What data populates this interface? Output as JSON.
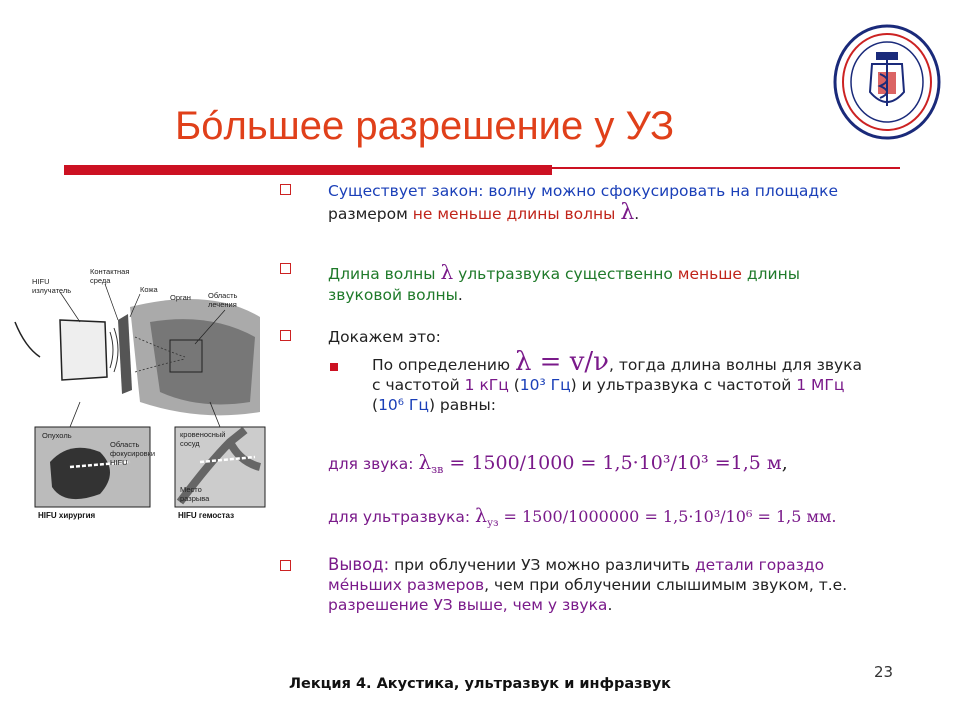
{
  "slide": {
    "title": "Бóльшее разрешение у УЗ",
    "page_number": "23",
    "footer": "Лекция 4. Акустика, ультразвук и инфразвук"
  },
  "bullets": {
    "b1": {
      "p1": "Существует закон:",
      "p2": " волну можно сфокусировать на площадке",
      "p3": "размером ",
      "p4": "не меньше длины волны",
      "lam": "λ",
      "p5": "."
    },
    "b2": {
      "p1": "Длина волны ",
      "lam": "λ",
      "p2": " ультразвука существенно ",
      "p3": "меньше",
      "p4": " длины",
      "p5": "звуковой волны",
      "p6": "."
    },
    "b3": {
      "text": "Докажем это:"
    },
    "sub": {
      "p1": "По определению ",
      "formula": "λ = v/ν",
      "p2": ", тогда длина волны для звука",
      "p3": "с частотой ",
      "f1": "1 кГц",
      "p4": " (",
      "e1": "10³ Гц",
      "p5": ") и ультразвука с частотой ",
      "f2": "1 МГц",
      "p6": "(",
      "e2": "10⁶ Гц",
      "p7": ") равны:"
    },
    "eq1": {
      "label": "для звука: ",
      "lam": "λ",
      "sub": "зв",
      "expr": " = 1500/1000 = 1,5·10³/10³ =1,5 м",
      "tail": ","
    },
    "eq2": {
      "label": "для ультразвука: ",
      "lam": "λ",
      "sub": "уз",
      "expr": " = 1500/1000000 = 1,5·10³/10⁶ = 1,5 мм."
    },
    "b4": {
      "p1": "Вывод:",
      "p2": " при облучении УЗ можно различить ",
      "p3": "детали гораздо",
      "p4": "мéньших размеров",
      "p5": ", чем при облучении слышимым звуком, т.е.",
      "p6": "разрешение УЗ выше, чем у звука",
      "p7": "."
    }
  },
  "figure": {
    "labels": {
      "hifu_emitter": "HIFU",
      "hifu_emitter2": "излучатель",
      "contact1": "Контактная",
      "contact2": "среда",
      "skin": "Кожа",
      "organ": "Орган",
      "area1": "Область",
      "area2": "лечения",
      "tumor": "Опухоль",
      "focus1": "Область",
      "focus2": "фокусировки",
      "focus3": "HIFU",
      "vessel1": "кровеносный",
      "vessel2": "сосуд",
      "rupture1": "Место",
      "rupture2": "разрыва",
      "cap_left": "HIFU  хирургия",
      "cap_right": "HIFU  гемостаз"
    }
  },
  "colors": {
    "title": "#e0401a",
    "accent_red": "#cc1122",
    "blue": "#1a3fb8",
    "green": "#1f7a2a",
    "purple": "#7a1a8a"
  }
}
